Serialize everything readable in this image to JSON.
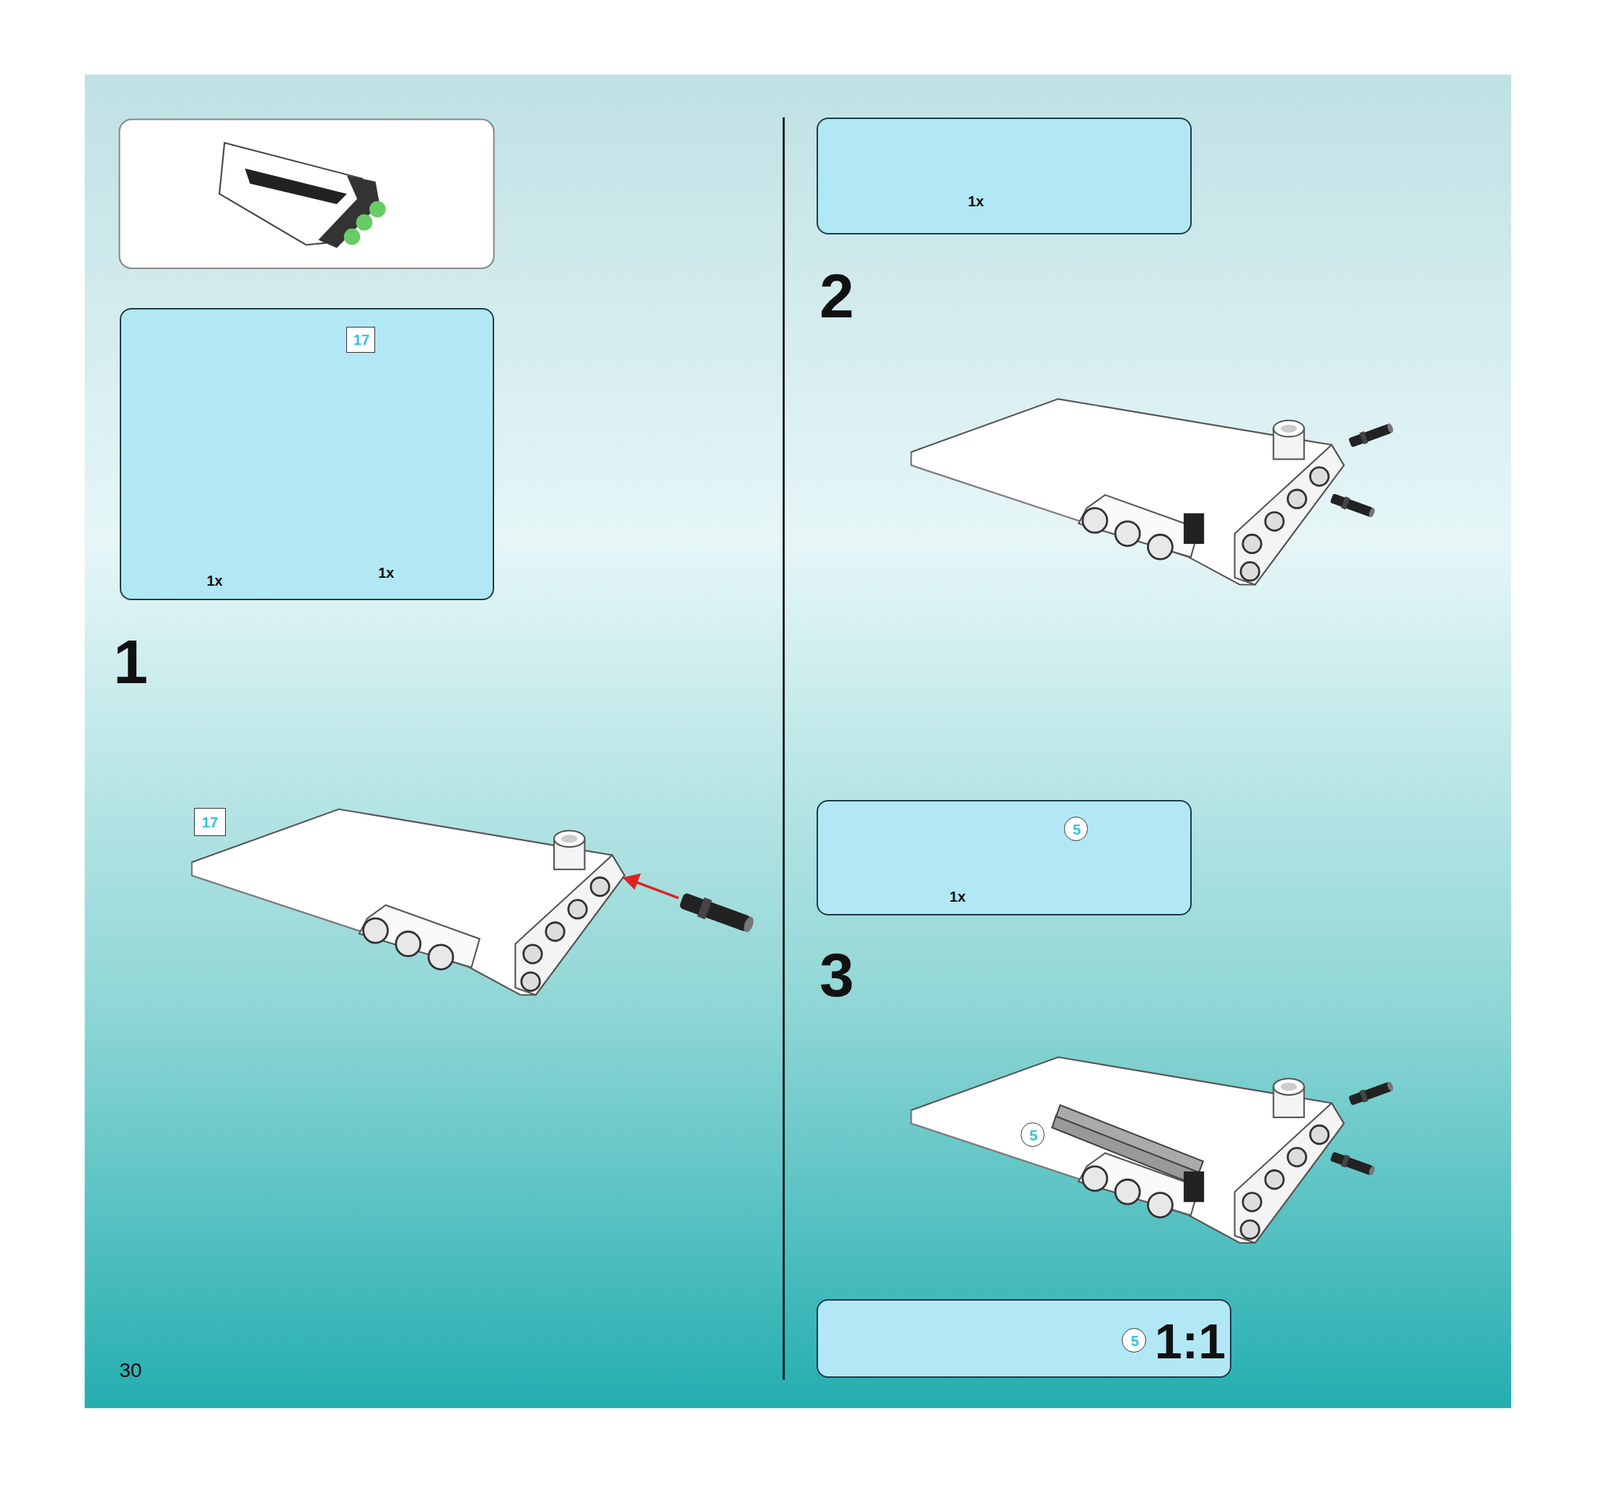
{
  "diagram": {
    "nodes": [
      {
        "text": [
          "1x",
          "1x"
        ]
      },
      {
        "text": [
          "17"
        ],
        "in": 0
      },
      {
        "text": [
          "1x"
        ]
      },
      {
        "text": [
          "1x"
        ]
      },
      {
        "text": [
          "5"
        ],
        "in": 3
      },
      {
        "text": [
          "17"
        ]
      },
      {
        "text": [
          "5"
        ]
      },
      {
        "text": [
          "1:1"
        ]
      },
      {
        "text": [
          "5"
        ],
        "in": 7
      }
    ],
    "labels": [
      "1",
      "2",
      "3",
      "30"
    ]
  }
}
